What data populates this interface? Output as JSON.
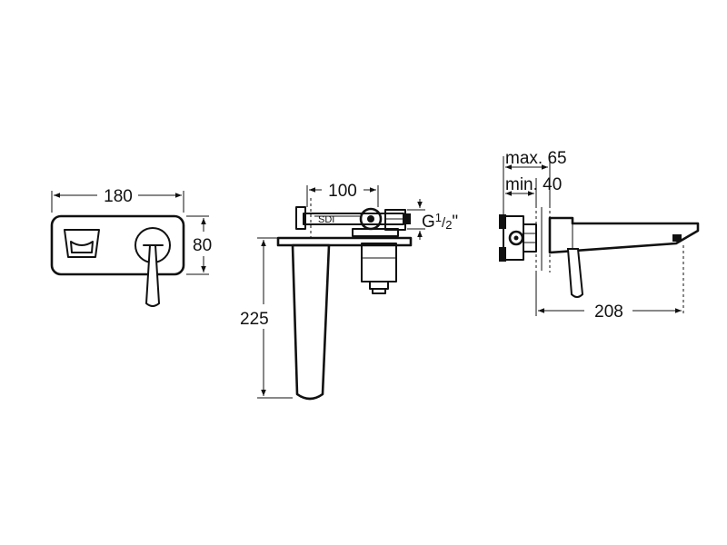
{
  "front_view": {
    "width_label": "180",
    "height_label": "80"
  },
  "side_view": {
    "depth_label": "100",
    "height_label": "225",
    "thread_main": "G",
    "thread_num": "1",
    "thread_den": "2",
    "thread_unit": "\""
  },
  "rear_view": {
    "max_label": "max. 65",
    "min_label": "min. 40",
    "length_label": "208"
  },
  "colors": {
    "line": "#111111",
    "background": "#ffffff"
  }
}
